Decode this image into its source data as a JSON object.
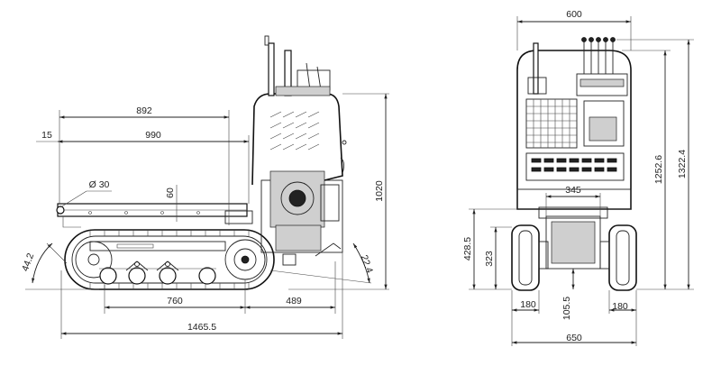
{
  "side_view": {
    "dims": {
      "d892": "892",
      "d15": "15",
      "d990": "990",
      "d30": "Ø 30",
      "d60": "60",
      "d1020": "1020",
      "d442": "44.2",
      "d224": "22.4",
      "d760": "760",
      "d489": "489",
      "d14655": "1465.5"
    }
  },
  "front_view": {
    "dims": {
      "d600": "600",
      "d12526": "1252.6",
      "d13224": "1322.4",
      "d345": "345",
      "d4285": "428.5",
      "d323": "323",
      "d180a": "180",
      "d1055": "105.5",
      "d180b": "180",
      "d650": "650"
    }
  }
}
